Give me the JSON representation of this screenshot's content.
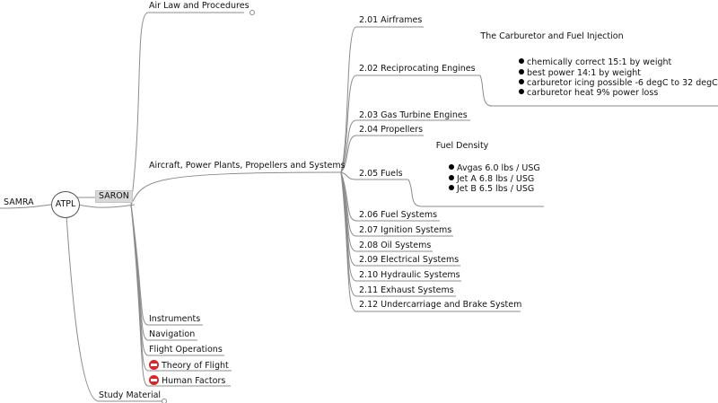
{
  "root": {
    "label": "ATPL"
  },
  "left_node": {
    "label": "SAMRA"
  },
  "tag": {
    "label": "SARON"
  },
  "top_branch": {
    "label": "Air Law and Procedures"
  },
  "main_branch": {
    "label": "Aircraft, Power Plants, Propellers and Systems"
  },
  "subtopics": [
    {
      "label": "2.01 Airframes"
    },
    {
      "label": "2.02 Reciprocating Engines"
    },
    {
      "label": "2.03 Gas Turbine Engines"
    },
    {
      "label": "2.04 Propellers"
    },
    {
      "label": "2.05 Fuels"
    },
    {
      "label": "2.06 Fuel Systems"
    },
    {
      "label": "2.07 Ignition Systems"
    },
    {
      "label": "2.08 Oil Systems"
    },
    {
      "label": "2.09 Electrical Systems"
    },
    {
      "label": "2.10 Hydraulic Systems"
    },
    {
      "label": "2.11 Exhaust Systems"
    },
    {
      "label": "2.12 Undercarriage and Brake System"
    }
  ],
  "notes": {
    "carburetor": {
      "title": "The Carburetor and Fuel Injection",
      "items": [
        "chemically correct 15:1 by weight",
        "best power 14:1 by weight",
        "carburetor icing possible -6 degC to 32 degC",
        "carburetor heat 9% power loss"
      ]
    },
    "fuel_density": {
      "title": "Fuel Density",
      "items": [
        "Avgas 6.0 lbs / USG",
        "Jet A 6.8 lbs / USG",
        "Jet B 6.5 lbs / USG"
      ]
    }
  },
  "lower_branches": [
    {
      "label": "Instruments",
      "icon": ""
    },
    {
      "label": "Navigation",
      "icon": ""
    },
    {
      "label": "Flight Operations",
      "icon": ""
    },
    {
      "label": "Theory of Flight",
      "icon": "stop-icon"
    },
    {
      "label": "Human Factors",
      "icon": "stop-icon"
    }
  ],
  "study": {
    "label": "Study Material"
  },
  "colors": {
    "edge": "#8c8c8c",
    "stop_icon": "#d62828",
    "tag_bg": "#d8d8d8"
  }
}
